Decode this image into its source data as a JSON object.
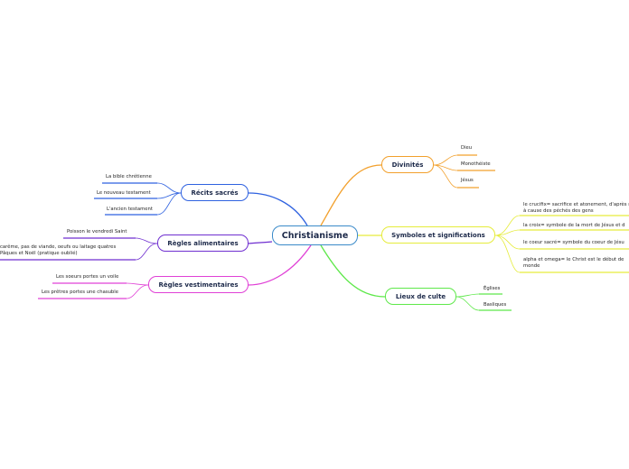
{
  "central": {
    "label": "Christianisme",
    "color": "#3a8ac9"
  },
  "branches": {
    "divinites": {
      "label": "Divinités",
      "color": "#f2a02c",
      "items": [
        "Dieu",
        "Monothéiste",
        "Jésus"
      ]
    },
    "symboles": {
      "label": "Symboles et significations",
      "color": "#e6ec3c",
      "items": [
        "le crucifix= sacrifice et atonement, d'après mort à cause des péchés des gens",
        "la croix= symbole de la mort de Jésus et d",
        "le coeur sacré= symbole du coeur de Jésu",
        "alpha et omega= le Christ est le début de monde"
      ]
    },
    "lieux": {
      "label": "Lieux de culte",
      "color": "#5ee84a",
      "items": [
        "Églises",
        "Basliques"
      ]
    },
    "recits": {
      "label": "Récits sacrés",
      "color": "#2f62e0",
      "items": [
        "La bible chrétienne",
        "Le nouveau testament",
        "L'ancien testament"
      ]
    },
    "regles_alim": {
      "label": "Règles alimentaires",
      "color": "#6f2ed0",
      "items": [
        "Poisson le vendredi Saint",
        "carême, pas de viande, oeufs ou laitage quatres Pâques et Noël (pratique oublié)"
      ]
    },
    "regles_vest": {
      "label": "Règles vestimentaires",
      "color": "#e040d6",
      "items": [
        "Les soeurs portes un voile",
        "Les prêtres portes une chasuble"
      ]
    }
  }
}
